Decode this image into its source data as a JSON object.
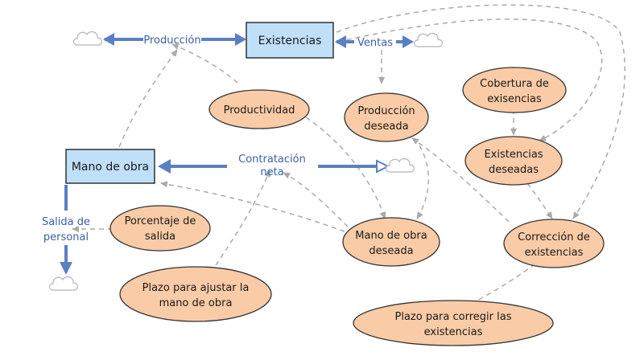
{
  "stocks": {
    "existencias": "Existencias",
    "mano_de_obra": "Mano de obra"
  },
  "flows": {
    "produccion": "Producción",
    "ventas": "Ventas",
    "contratacion_line1": "Contratación",
    "contratacion_line2": "neta",
    "salida_line1": "Salida de",
    "salida_line2": "personal"
  },
  "variables": {
    "productividad": "Productividad",
    "produccion_deseada": [
      "Producción",
      "deseada"
    ],
    "cobertura": [
      "Cobertura de",
      "exisencias"
    ],
    "existencias_deseadas": [
      "Existencias",
      "deseadas"
    ],
    "porcentaje_salida": [
      "Porcentaje de",
      "salida"
    ],
    "mano_obra_deseada": [
      "Mano de obra",
      "deseada"
    ],
    "correccion": [
      "Corrección de",
      "existencias"
    ],
    "plazo_ajustar": [
      "Plazo para ajustar la",
      "mano de obra"
    ],
    "plazo_corregir": [
      "Plazo para corregir las",
      "existencias"
    ]
  },
  "colors": {
    "stock_fill": "#bfe0f8",
    "variable_fill": "#f9cba6",
    "flow_blue": "#5b7fc4",
    "link_gray": "#aaaaaa"
  }
}
